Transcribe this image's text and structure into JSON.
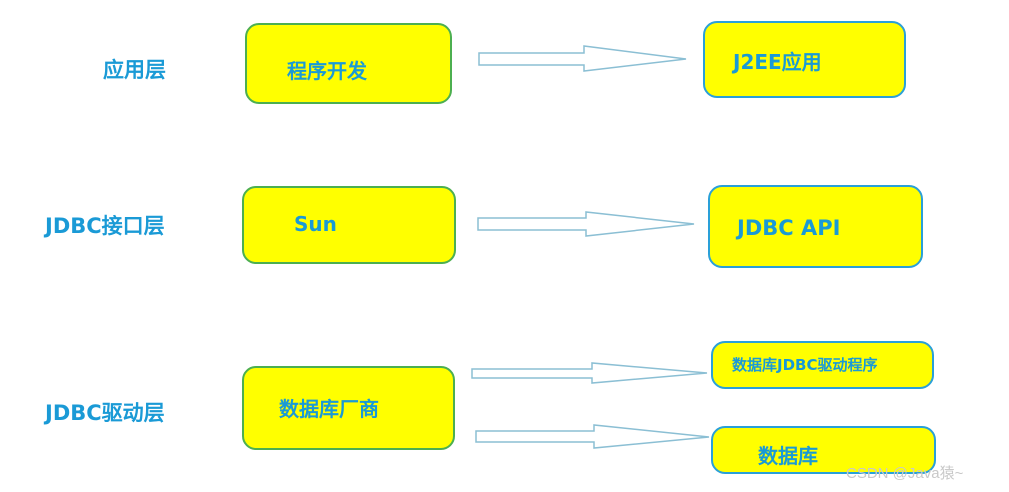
{
  "layers": {
    "app": "应用层",
    "jdbc_interface": "JDBC接口层",
    "jdbc_driver": "JDBC驱动层"
  },
  "boxes": {
    "dev": "程序开发",
    "j2ee": "J2EE应用",
    "sun": "Sun",
    "jdbc_api": "JDBC API",
    "vendor": "数据库厂商",
    "driver": "数据库JDBC驱动程序",
    "database": "数据库"
  },
  "watermark": "CSDN @Java猿~",
  "colors": {
    "box_fill": "#ffff00",
    "text": "#1a9ad6",
    "left_border": "#4caf50",
    "right_border": "#2aa0d8"
  }
}
